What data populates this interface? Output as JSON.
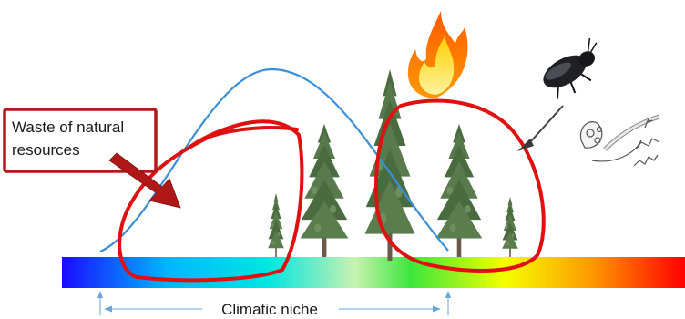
{
  "callout": {
    "line1": "Waste of natural",
    "line2": "resources"
  },
  "niche_label": "Climatic niche",
  "icons": [
    "flame-icon",
    "beetle-icon",
    "arrow-tip-icon",
    "pathogen-icon",
    "pine-tree-icon"
  ],
  "colors": {
    "niche_curve": "#3a8fd9",
    "marker_red": "#e01010",
    "callout_border": "#b21a1a",
    "arrow_fill": "#b01818",
    "axis_arrow": "#6aa6d8",
    "tree_foliage": "#4a6b40",
    "trunk": "#6b5a4a"
  },
  "gradient_stops": [
    "#1a0cff",
    "#00b7ff",
    "#00e6e0",
    "#c8f2b0",
    "#3ce63c",
    "#f4ff00",
    "#ff9900",
    "#ff0000"
  ]
}
